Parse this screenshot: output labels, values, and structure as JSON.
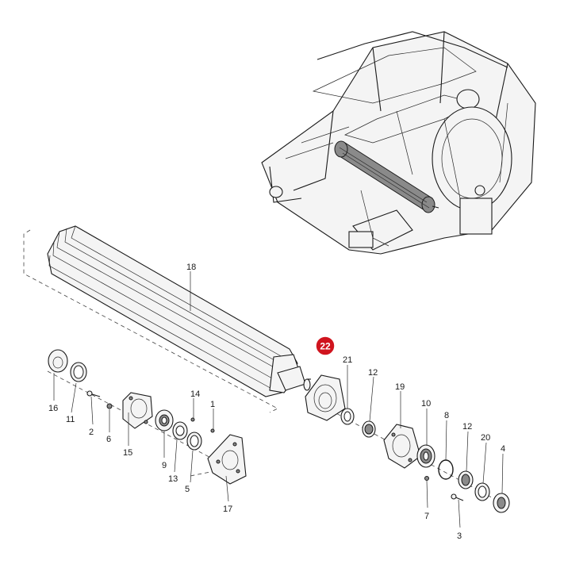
{
  "diagram": {
    "highlight": {
      "label": "22",
      "color": "#d0141e"
    },
    "callouts": [
      "18",
      "16",
      "11",
      "2",
      "6",
      "15",
      "9",
      "13",
      "14",
      "1",
      "5",
      "17",
      "21",
      "12",
      "19",
      "10",
      "8",
      "12",
      "20",
      "4",
      "7",
      "3"
    ]
  }
}
